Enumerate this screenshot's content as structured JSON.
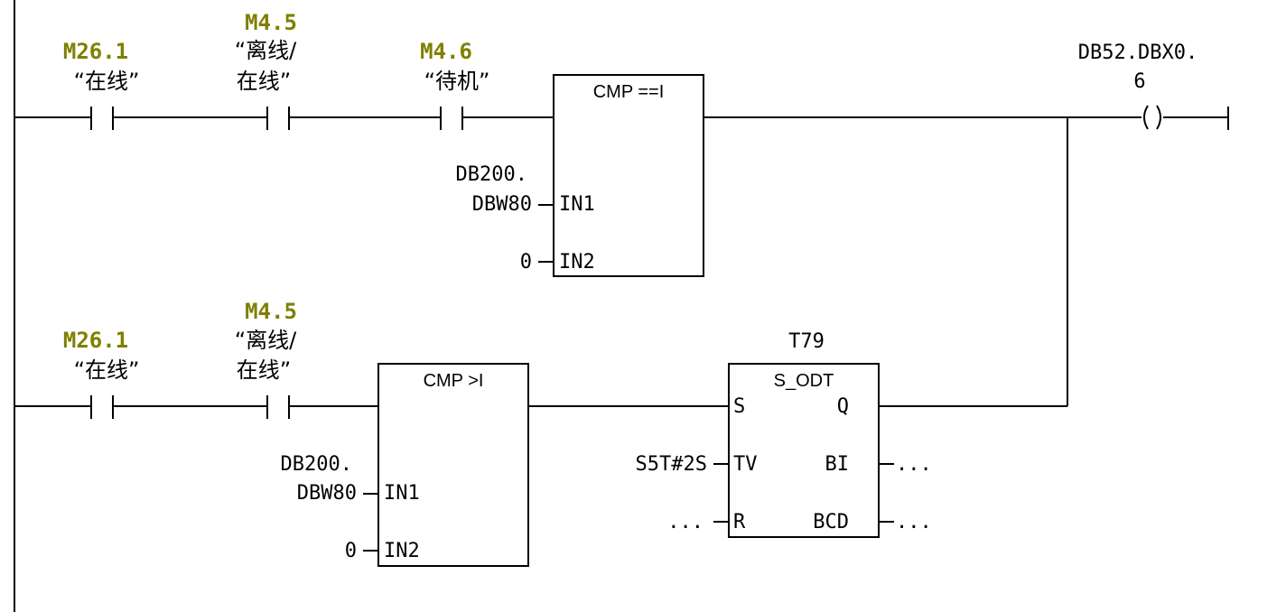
{
  "network": {
    "rung1": {
      "contact1": {
        "address": "M26.1",
        "symbol_lines": [
          "“在线”"
        ]
      },
      "contact2": {
        "address": "M4.5",
        "symbol_lines": [
          "“离线/",
          "在线”"
        ]
      },
      "contact3": {
        "address": "M4.6",
        "symbol_lines": [
          "“待机”"
        ]
      },
      "compare": {
        "title": "CMP ==I",
        "in1_label": "IN1",
        "in1_value_lines": [
          "DB200.",
          "DBW80"
        ],
        "in2_label": "IN2",
        "in2_value": "0"
      },
      "coil": {
        "address_lines": [
          "DB52.DBX0.",
          "6"
        ],
        "symbol": "( )"
      }
    },
    "rung2": {
      "contact1": {
        "address": "M26.1",
        "symbol_lines": [
          "“在线”"
        ]
      },
      "contact2": {
        "address": "M4.5",
        "symbol_lines": [
          "“离线/",
          "在线”"
        ]
      },
      "compare": {
        "title": "CMP >I",
        "in1_label": "IN1",
        "in1_value_lines": [
          "DB200.",
          "DBW80"
        ],
        "in2_label": "IN2",
        "in2_value": "0"
      },
      "timer": {
        "name": "T79",
        "type": "S_ODT",
        "pins": {
          "s": "S",
          "tv": "TV",
          "r": "R",
          "q": "Q",
          "bi": "BI",
          "bcd": "BCD"
        },
        "tv_value": "S5T#2S",
        "r_value": "...",
        "bi_value": "...",
        "bcd_value": "..."
      }
    }
  }
}
